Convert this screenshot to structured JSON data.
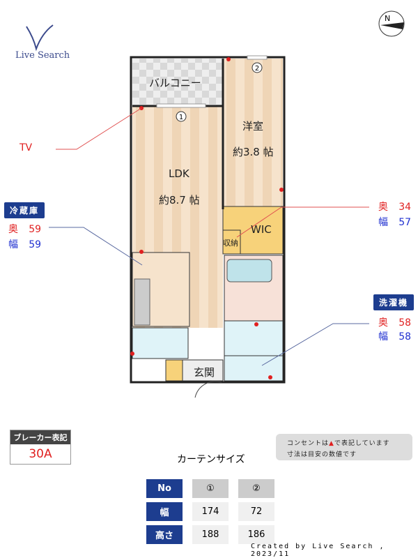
{
  "logo": {
    "text": "Live Search"
  },
  "compass": {
    "icon": "north-arrow-icon",
    "label": "N"
  },
  "rooms": {
    "balcony": "バルコニー",
    "western": "洋室",
    "western_size": "約3.8 帖",
    "ldk": "LDK",
    "ldk_size": "約8.7 帖",
    "wic": "WIC",
    "storage": "収納",
    "entrance": "玄関"
  },
  "windows": {
    "w1": "1",
    "w2": "2"
  },
  "annotations": {
    "tv": "TV",
    "fridge": {
      "label": "冷蔵庫",
      "depth_label": "奥",
      "depth": "59",
      "width_label": "幅",
      "width": "59"
    },
    "wic_dim": {
      "depth_label": "奥",
      "depth": "34",
      "width_label": "幅",
      "width": "57"
    },
    "washer": {
      "label": "洗濯機",
      "depth_label": "奥",
      "depth": "58",
      "width_label": "幅",
      "width": "58"
    }
  },
  "breaker": {
    "label": "ブレーカー表記",
    "value": "30A"
  },
  "note": {
    "line1a": "コンセントは",
    "line1b": "で表記しています",
    "line2": "寸法は目安の数値です",
    "outlet_color": "#e02020"
  },
  "curtain": {
    "title": "カーテンサイズ",
    "headers": [
      "No",
      "幅",
      "高さ"
    ],
    "cols": [
      {
        "no": "①",
        "width": "174",
        "height": "188"
      },
      {
        "no": "②",
        "width": "72",
        "height": "186"
      }
    ]
  },
  "credit": "Created by Live Search , 2023/11",
  "colors": {
    "accent": "#1d3d8f",
    "outlet": "#e02020"
  }
}
